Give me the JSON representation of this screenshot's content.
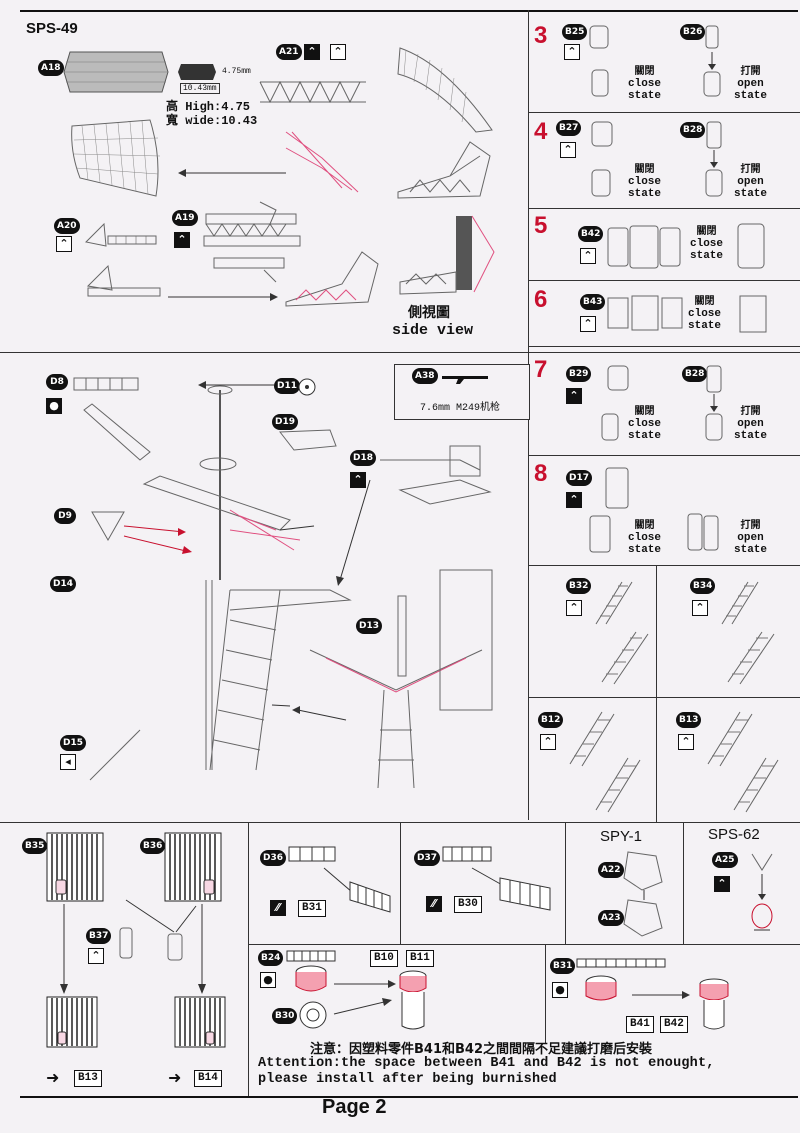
{
  "header": {
    "title": "SPS-49"
  },
  "radar": {
    "labels": {
      "height_dim": "4.75mm",
      "width_dim": "10.43mm",
      "height_text": "高 High:4.75",
      "width_text": "寬 wide:10.43",
      "side_view_zh": "側視圖",
      "side_view_en": "side view"
    },
    "badges": {
      "a18": "A18",
      "a21": "A21",
      "a20": "A20",
      "a19": "A19"
    }
  },
  "mast": {
    "badges": {
      "d8": "D8",
      "d11": "D11",
      "d19": "D19",
      "d18": "D18",
      "d9": "D9",
      "d14": "D14",
      "d13": "D13",
      "d15": "D15"
    },
    "weapon": {
      "badge": "A38",
      "label": "7.6mm M249机枪"
    }
  },
  "steps": [
    {
      "num": "3",
      "left_badge": "B25",
      "right_badge": "B26"
    },
    {
      "num": "4",
      "left_badge": "B27",
      "right_badge": "B28"
    },
    {
      "num": "5",
      "left_badge": "B42"
    },
    {
      "num": "6",
      "left_badge": "B43"
    },
    {
      "num": "7",
      "left_badge": "B29",
      "right_badge": "B28"
    },
    {
      "num": "8",
      "left_badge": "D17"
    }
  ],
  "states": {
    "close_zh": "關閉",
    "close_en1": "close",
    "close_en2": "state",
    "open_zh": "打開",
    "open_en1": "open",
    "open_en2": "state"
  },
  "ladders": {
    "b32": "B32",
    "b34": "B34",
    "b12": "B12",
    "b13": "B13"
  },
  "bottom": {
    "b35": "B35",
    "b36": "B36",
    "b37": "B37",
    "to_b13": "B13",
    "to_b14": "B14",
    "d36": "D36",
    "ref_b31": "B31",
    "d37": "D37",
    "ref_b30": "B30",
    "spy_title": "SPY-1",
    "a22": "A22",
    "a23": "A23",
    "sps62_title": "SPS-62",
    "a25": "A25",
    "b24": "B24",
    "b30": "B30",
    "ref_b10": "B10",
    "ref_b11": "B11",
    "b31": "B31",
    "ref_b41": "B41",
    "ref_b42": "B42"
  },
  "note": {
    "zh": "注意：因塑料零件B41和B42之間間隔不足建議打磨后安裝",
    "en1": "Attention:the space between B41 and B42 is not enought,",
    "en2": "please install after being burnished"
  },
  "footer": {
    "page": "Page 2"
  }
}
